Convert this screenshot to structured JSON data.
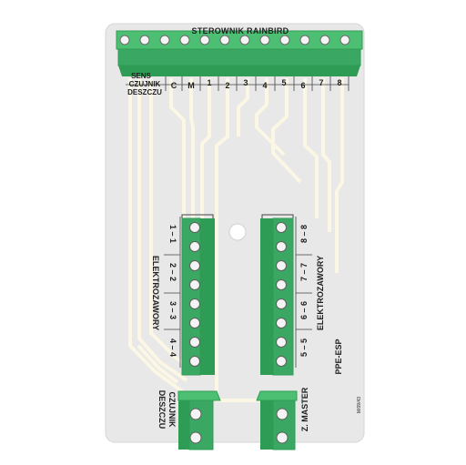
{
  "board": {
    "title": "STEROWNIK RAINBIRD",
    "model": "PPE-ESP",
    "revision": "M/09/43"
  },
  "top_connector": {
    "sens_label": "SENS",
    "sensor_lines": [
      "CZUJNIK",
      "DESZCZU"
    ],
    "pins": [
      "C",
      "M",
      "1",
      "2",
      "3",
      "4",
      "5",
      "6",
      "7",
      "8"
    ]
  },
  "left_block": {
    "label": "ELEKTROZAWORY",
    "pins": [
      "1 – 1",
      "2 – 2",
      "3 – 3",
      "4 – 4"
    ]
  },
  "right_block": {
    "label": "ELEKTROZAWORY",
    "pins": [
      "5 – 5",
      "6 – 6",
      "7 – 7",
      "8 – 8"
    ]
  },
  "bottom_left": {
    "lines": [
      "CZUJNIK",
      "DESZCZU"
    ]
  },
  "bottom_right": {
    "label": "Z. MASTER"
  },
  "colors": {
    "board": "#e8e8e8",
    "trace": "#fbf7e4",
    "terminal": "#4cbf73",
    "terminal_dark": "#2f9c55",
    "screw": "#f4f4f4"
  }
}
